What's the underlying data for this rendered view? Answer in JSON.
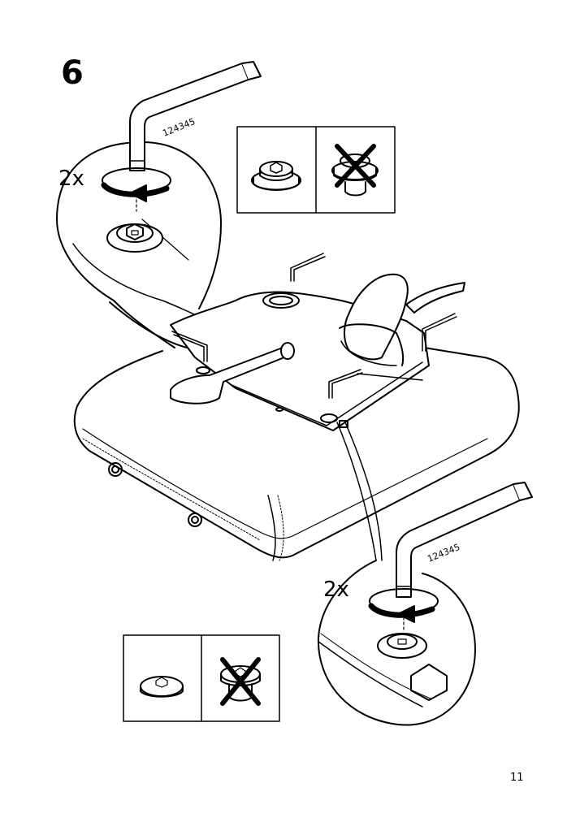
{
  "step": {
    "number": "6"
  },
  "callouts": {
    "top_left": {
      "quantity": "2x",
      "tool_part_number": "124345"
    },
    "bottom_right": {
      "quantity": "2x",
      "tool_part_number": "124345"
    }
  },
  "icons": {
    "hex_key": "allen-key-icon",
    "rotate_arrow": "counterclockwise-arrow-icon",
    "correct_bolt": "flange-bolt-icon",
    "wrong_bolt": "crossed-bolt-icon",
    "correct_cap": "cap-nut-icon",
    "wrong_cap": "crossed-cap-icon"
  },
  "footer": {
    "page": "11"
  }
}
